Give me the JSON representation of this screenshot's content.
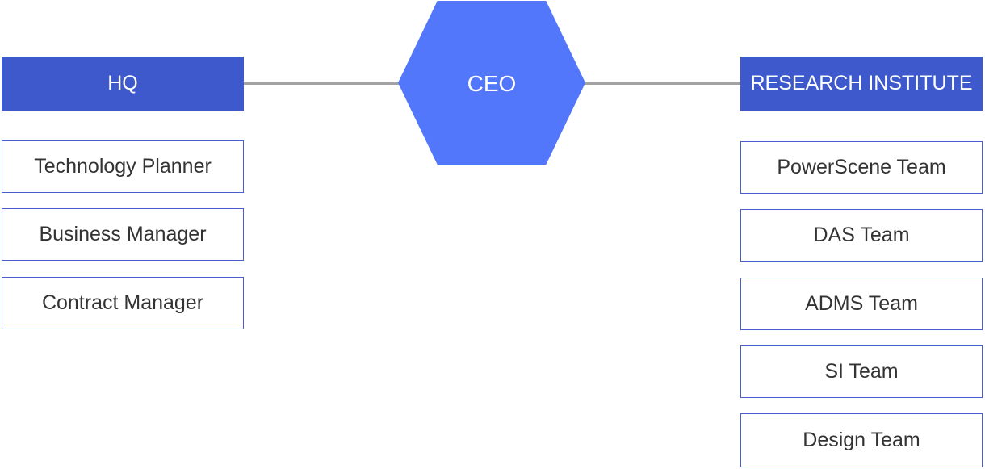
{
  "ceo": {
    "label": "CEO"
  },
  "hq": {
    "title": "HQ",
    "items": [
      {
        "label": "Technology Planner"
      },
      {
        "label": "Business Manager"
      },
      {
        "label": "Contract Manager"
      }
    ]
  },
  "research": {
    "title": "RESEARCH INSTITUTE",
    "items": [
      {
        "label": "PowerScene Team"
      },
      {
        "label": "DAS Team"
      },
      {
        "label": "ADMS Team"
      },
      {
        "label": "SI Team"
      },
      {
        "label": "Design Team"
      }
    ]
  },
  "colors": {
    "ceo_fill": "#5277fb",
    "header_fill": "#3d59cc",
    "box_border": "#4a5ccf",
    "connector": "#a3a3a3"
  }
}
